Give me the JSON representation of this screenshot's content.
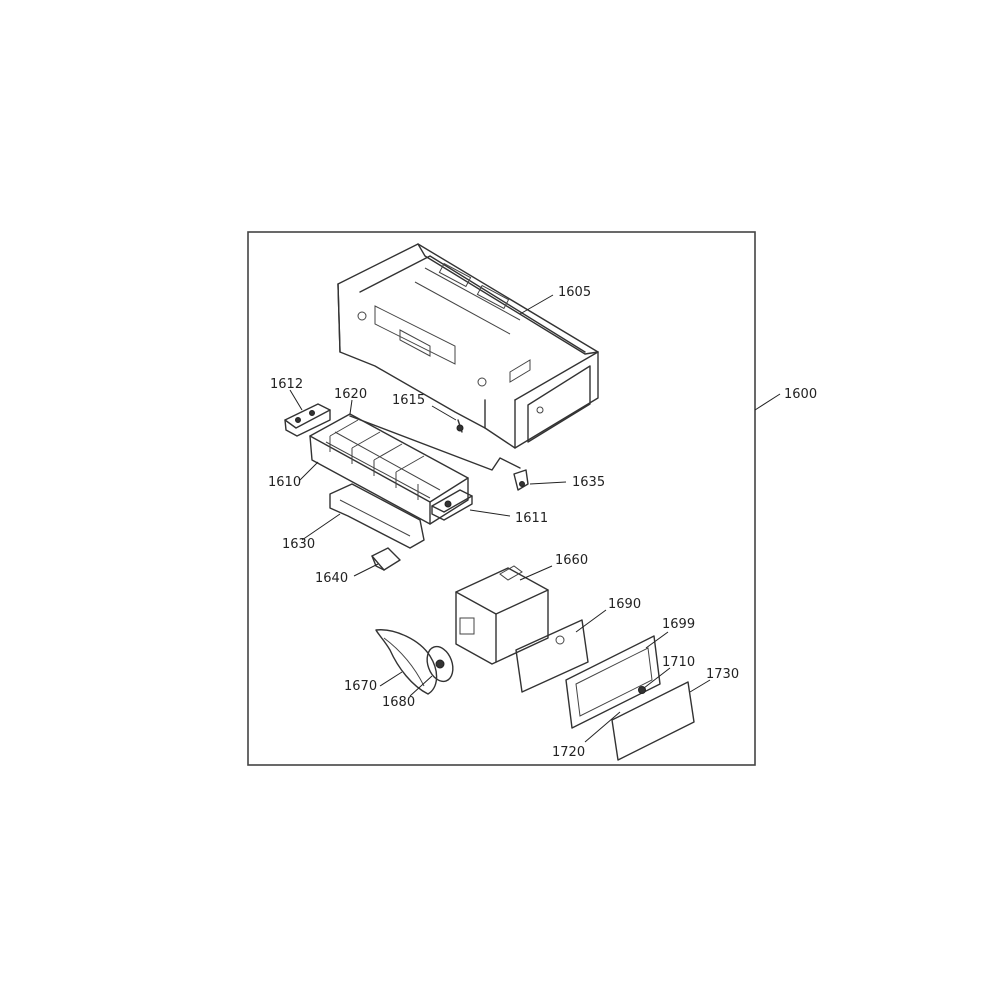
{
  "diagram": {
    "assembly_label": "1600",
    "callouts": {
      "c1605": "1605",
      "c1612": "1612",
      "c1620": "1620",
      "c1615": "1615",
      "c1610": "1610",
      "c1635": "1635",
      "c1611": "1611",
      "c1630": "1630",
      "c1640": "1640",
      "c1660": "1660",
      "c1690": "1690",
      "c1699": "1699",
      "c1710": "1710",
      "c1730": "1730",
      "c1670": "1670",
      "c1680": "1680",
      "c1720": "1720"
    }
  }
}
